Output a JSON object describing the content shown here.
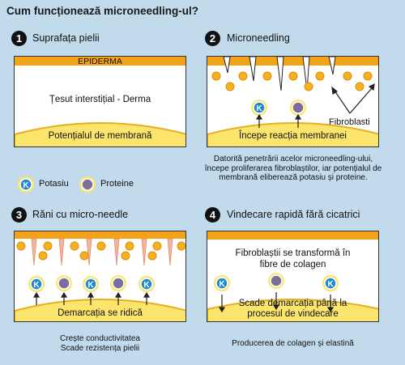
{
  "title": "Cum funcționează microneedling-ul?",
  "legend": {
    "potassium": "Potasiu",
    "proteins": "Proteine",
    "potassium_symbol": "K"
  },
  "steps": [
    {
      "number": "1",
      "title": "Suprafața pielii",
      "band_label": "EPIDERMA",
      "center_label": "Țesut interstițial - Derma",
      "bottom_label": "Potențialul de membrană"
    },
    {
      "number": "2",
      "title": "Microneedling",
      "side_label": "Fibroblasti",
      "bottom_label": "Începe reacția membranei",
      "caption": [
        "Datorită penetrării acelor microneedling-ului,",
        "începe proliferarea fibroblaștilor, iar potențialul de",
        "membrană eliberează potasiu și proteine."
      ]
    },
    {
      "number": "3",
      "title": "Răni cu micro-needle",
      "bottom_label": "Demarcația se ridică",
      "caption": [
        "Crește conductivitatea",
        "Scade rezistența pielii"
      ]
    },
    {
      "number": "4",
      "title": "Vindecare rapidă fără cicatrici",
      "center_label": [
        "Fibroblaștii se transformă în",
        "fibre de colagen"
      ],
      "bottom_label": [
        "Scade demarcația până la",
        "procesul de vindecare"
      ],
      "caption": [
        "Producerea de colagen și elastină"
      ]
    }
  ],
  "colors": {
    "background": "#c2dbec",
    "band": "#f3a31a",
    "dome": "#fbe56c",
    "dot": "#f6b21c",
    "protein": "#7a6f9c",
    "potassium": "#1d8ad0",
    "needle": "#f4b59a"
  }
}
